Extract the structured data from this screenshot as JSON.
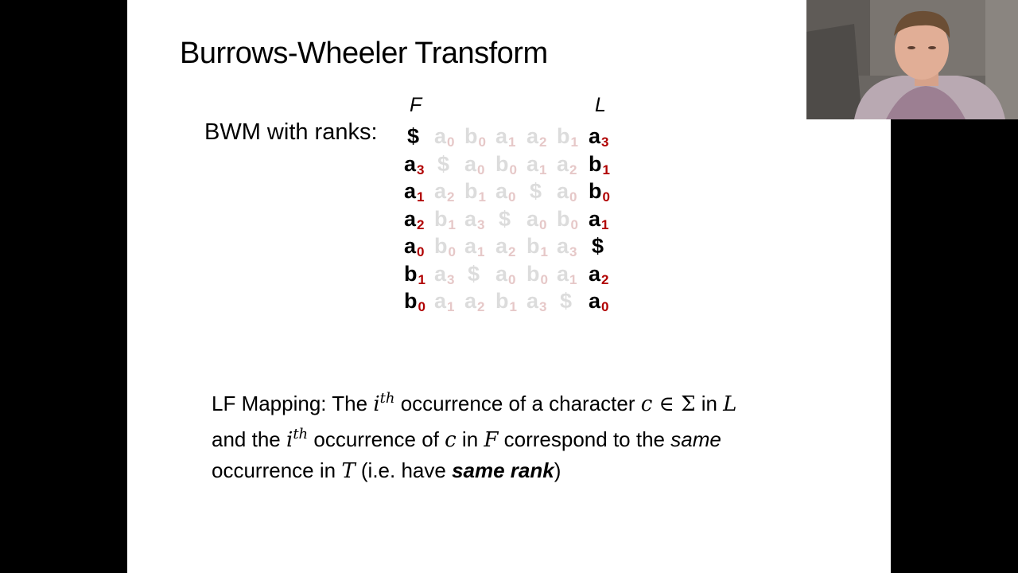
{
  "slide": {
    "title": "Burrows-Wheeler Transform",
    "bwm_label": "BWM with ranks:",
    "first_col_label": "F",
    "last_col_label": "L",
    "rows": [
      [
        [
          "$",
          ""
        ],
        [
          "a",
          "0"
        ],
        [
          "b",
          "0"
        ],
        [
          "a",
          "1"
        ],
        [
          "a",
          "2"
        ],
        [
          "b",
          "1"
        ],
        [
          "a",
          "3"
        ]
      ],
      [
        [
          "a",
          "3"
        ],
        [
          "$",
          ""
        ],
        [
          "a",
          "0"
        ],
        [
          "b",
          "0"
        ],
        [
          "a",
          "1"
        ],
        [
          "a",
          "2"
        ],
        [
          "b",
          "1"
        ]
      ],
      [
        [
          "a",
          "1"
        ],
        [
          "a",
          "2"
        ],
        [
          "b",
          "1"
        ],
        [
          "a",
          "0"
        ],
        [
          "$",
          ""
        ],
        [
          "a",
          "0"
        ],
        [
          "b",
          "0"
        ]
      ],
      [
        [
          "a",
          "2"
        ],
        [
          "b",
          "1"
        ],
        [
          "a",
          "3"
        ],
        [
          "$",
          ""
        ],
        [
          "a",
          "0"
        ],
        [
          "b",
          "0"
        ],
        [
          "a",
          "1"
        ]
      ],
      [
        [
          "a",
          "0"
        ],
        [
          "b",
          "0"
        ],
        [
          "a",
          "1"
        ],
        [
          "a",
          "2"
        ],
        [
          "b",
          "1"
        ],
        [
          "a",
          "3"
        ],
        [
          "$",
          ""
        ]
      ],
      [
        [
          "b",
          "1"
        ],
        [
          "a",
          "3"
        ],
        [
          "$",
          ""
        ],
        [
          "a",
          "0"
        ],
        [
          "b",
          "0"
        ],
        [
          "a",
          "1"
        ],
        [
          "a",
          "2"
        ]
      ],
      [
        [
          "b",
          "0"
        ],
        [
          "a",
          "1"
        ],
        [
          "a",
          "2"
        ],
        [
          "b",
          "1"
        ],
        [
          "a",
          "3"
        ],
        [
          "$",
          ""
        ],
        [
          "a",
          "0"
        ]
      ]
    ],
    "lf": {
      "t1": "LF Mapping: The ",
      "i1": "i",
      "sup1": "th",
      "t2": " occurrence of a character ",
      "c1": "c",
      "in_sym": " ∈ Σ",
      "t3": " in ",
      "L": "L",
      "t4": "and the ",
      "i2": "i",
      "sup2": "th",
      "t5": " occurrence of ",
      "c2": "c",
      "t6": " in ",
      "F": "F",
      "t7": " correspond to the ",
      "same1": "same",
      "t8": "occurrence in ",
      "T": "T",
      "t9": " (i.e. have ",
      "same_rank": "same rank",
      "t10": ")"
    }
  },
  "colors": {
    "rank_red": "#b00000",
    "faint_grey": "#dcdcdc",
    "slide_bg": "#ffffff",
    "frame_bg": "#000000"
  }
}
